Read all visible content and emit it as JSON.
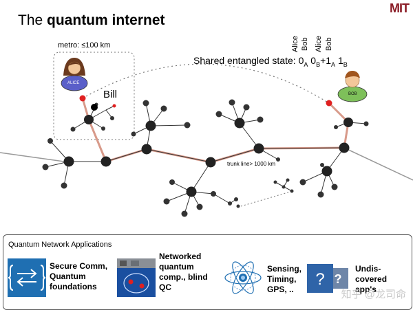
{
  "header": {
    "title_plain": "The ",
    "title_bold": "quantum internet",
    "logo": "MIT"
  },
  "diagram": {
    "metro_label": "metro: ≤100 km",
    "alice_badge": "ALICE",
    "bob_badge": "BOB",
    "bill_label": "Bill",
    "trunk_label": "trunk line> 1000 km",
    "state_prefix": "Shared entangled state: ",
    "state_vertical_labels": [
      "Alice",
      "Bob",
      "Alice",
      "Bob"
    ],
    "state_terms": [
      {
        "value": "0",
        "sub": "A"
      },
      {
        "value": "0",
        "sub": "B"
      },
      {
        "value": "+1",
        "sub": "A"
      },
      {
        "value": "1",
        "sub": "B"
      }
    ]
  },
  "applications": {
    "panel_title": "Quantum Network Applications",
    "items": [
      {
        "label": "Secure Comm,\nQuantum\nfoundations",
        "icon": "arrows-icon"
      },
      {
        "label": "Networked\nquantum\ncomp., blind\nQC",
        "icon": "quantum-computer-icon"
      },
      {
        "label": "Sensing,\nTiming,\nGPS, ..",
        "icon": "atom-icon"
      },
      {
        "label": "Undis-\ncovered\napp's",
        "icon": "question-icon"
      }
    ]
  },
  "watermark": "知乎 @龙司命",
  "colors": {
    "link_red": "#d89a8a",
    "node": "#222222",
    "endpoint_red": "#e02020",
    "icon_blue": "#1f6fb2"
  }
}
